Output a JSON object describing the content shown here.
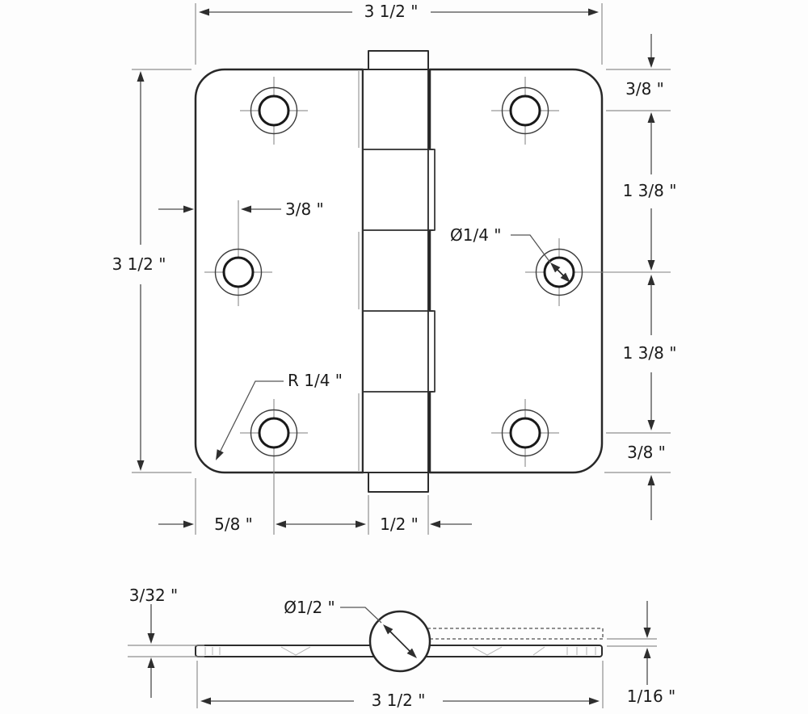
{
  "drawing_type": "hinge dimensioned drawing",
  "colors": {
    "line": "#282828",
    "dimension": "#4c4c4c",
    "extension": "#8f8f8f",
    "background": "#ffffff"
  },
  "top_view": {
    "width": "3 1/2 \"",
    "height": "3 1/2 \"",
    "right_chain": {
      "top_margin": "3/8 \"",
      "upper_pitch": "1 3/8 \"",
      "lower_pitch": "1 3/8 \"",
      "bottom_margin": "3/8 \""
    },
    "mid_hole_offset": "3/8 \"",
    "hole_diameter": "Ø1/4 \"",
    "corner_radius": "R 1/4 \"",
    "edge_to_hole": "5/8 \"",
    "knuckle_width": "1/2 \""
  },
  "side_view": {
    "leaf_thickness": "3/32 \"",
    "barrel_diameter": "Ø1/2 \"",
    "width": "3 1/2 \"",
    "leaf_offset": "1/16 \""
  }
}
